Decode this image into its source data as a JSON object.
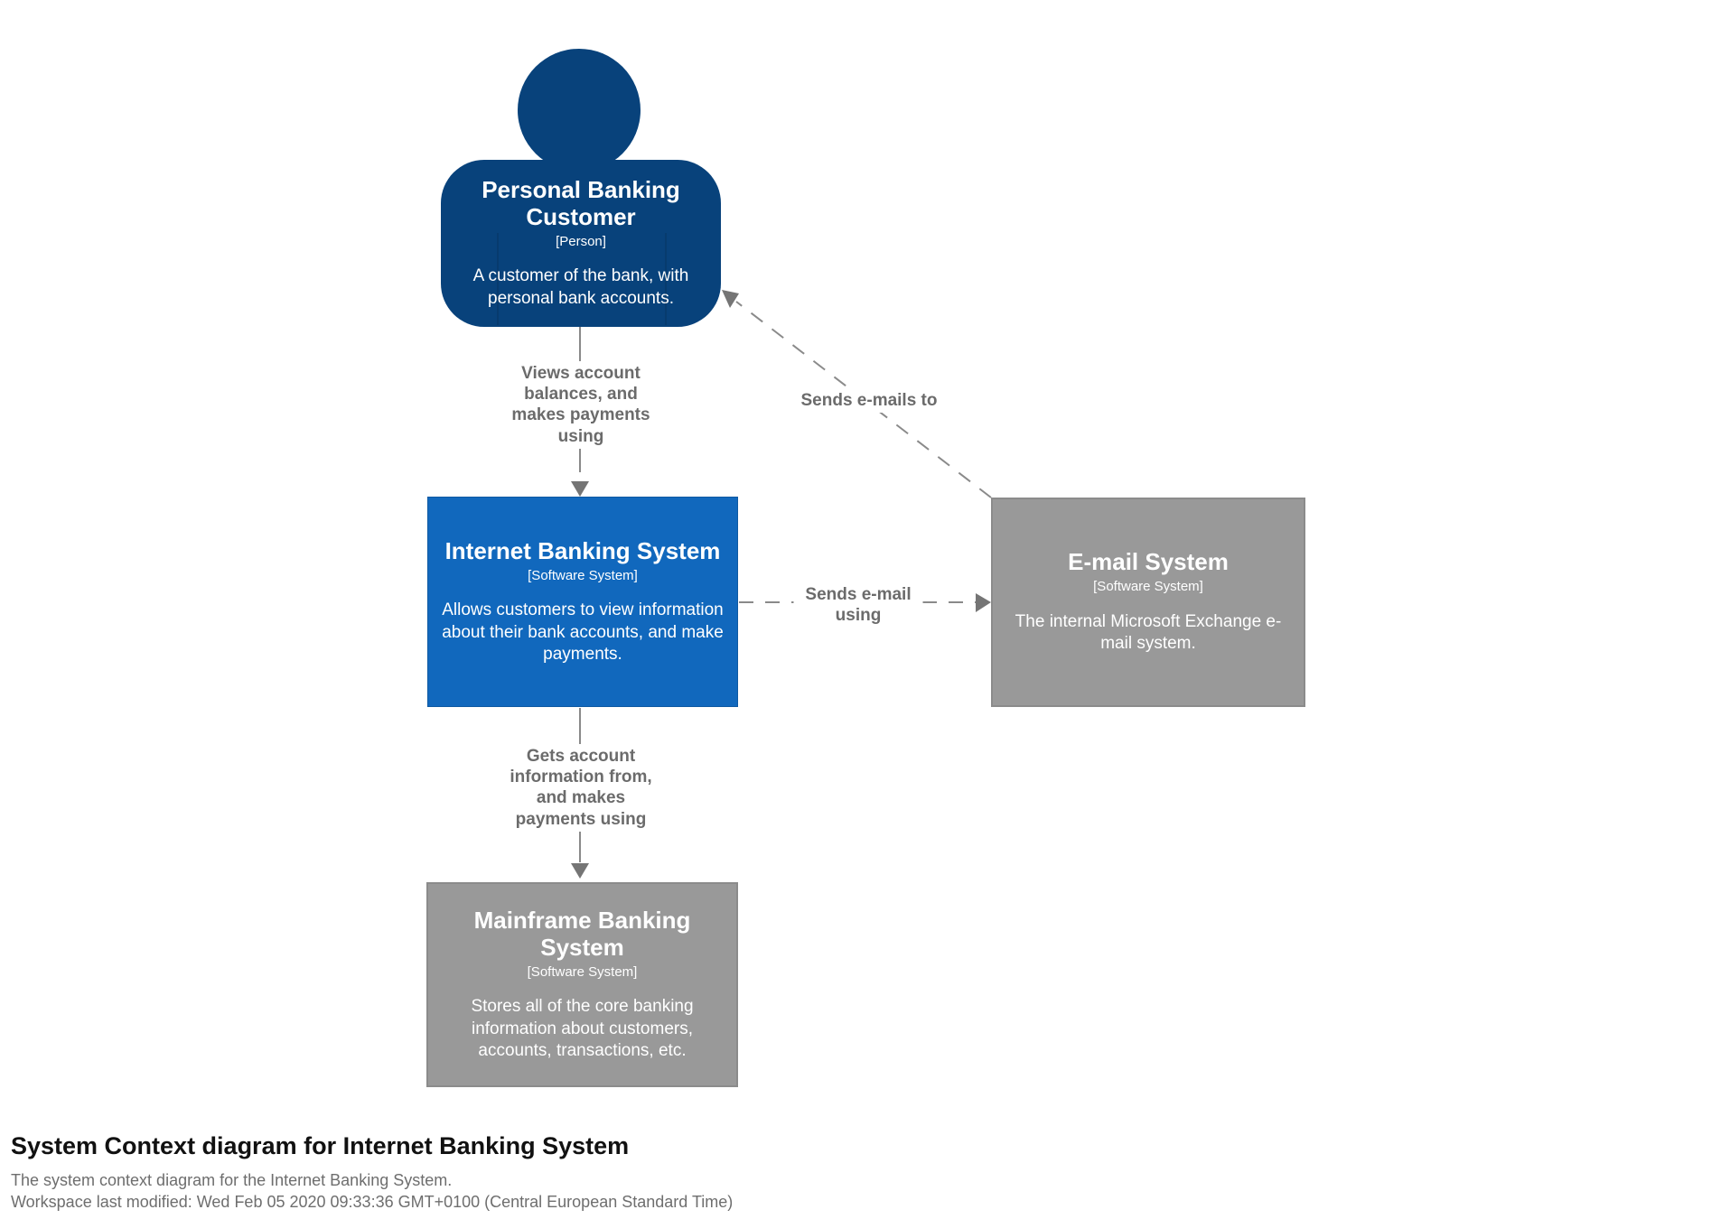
{
  "diagram": {
    "title": "System Context diagram for Internet Banking System",
    "subtitle": "The system context diagram for the Internet Banking System.",
    "last_modified": "Workspace last modified: Wed Feb 05 2020 09:33:36 GMT+0100 (Central European Standard Time)"
  },
  "elements": {
    "person": {
      "name": "Personal Banking Customer",
      "type": "[Person]",
      "description": "A customer of the bank, with personal bank accounts.",
      "bg": "#08427B"
    },
    "internet_banking": {
      "name": "Internet Banking System",
      "type": "[Software System]",
      "description": "Allows customers to view information about their bank accounts, and make payments.",
      "bg": "#1168BD"
    },
    "email": {
      "name": "E-mail System",
      "type": "[Software System]",
      "description": "The internal Microsoft Exchange e-mail system.",
      "bg": "#999999"
    },
    "mainframe": {
      "name": "Mainframe Banking System",
      "type": "[Software System]",
      "description": "Stores all of the core banking information about customers, accounts, transactions, etc.",
      "bg": "#999999"
    }
  },
  "relationships": {
    "customer_to_ibs": {
      "label": "Views account balances, and makes payments using",
      "style": "solid"
    },
    "ibs_to_mainframe": {
      "label": "Gets account information from, and makes payments using",
      "style": "solid"
    },
    "ibs_to_email": {
      "label": "Sends e-mail using",
      "style": "dashed"
    },
    "email_to_customer": {
      "label": "Sends e-mails to",
      "style": "dashed"
    }
  },
  "colors": {
    "person_bg": "#08427B",
    "software_system_bg": "#1168BD",
    "external_system_bg": "#999999",
    "external_system_border": "#8B8B8B",
    "relationship_line": "#8A8A8A",
    "relationship_arrow": "#757575",
    "relationship_label": "#6B6B6B",
    "footer_title": "#111111",
    "footer_text": "#6E6E6E",
    "background": "#FFFFFF"
  }
}
